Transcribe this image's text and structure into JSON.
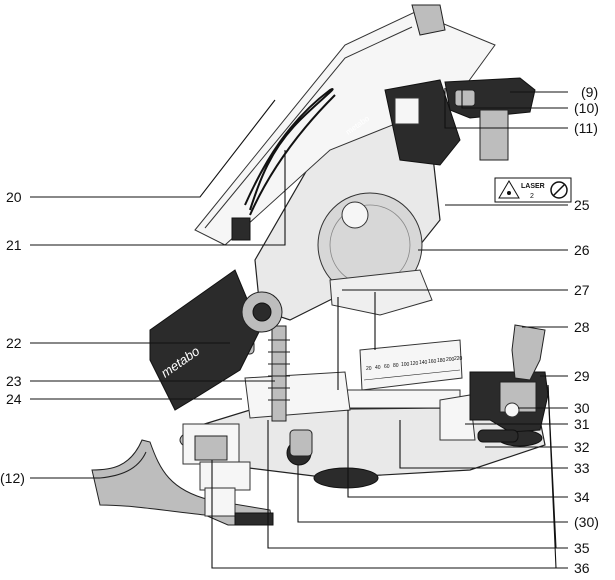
{
  "brand_text": "metabo",
  "laser_sign": {
    "title": "LASER",
    "class": "2"
  },
  "scale_ticks": [
    "20",
    "40",
    "60",
    "80",
    "100",
    "120",
    "140",
    "160",
    "180",
    "200",
    "220"
  ],
  "callouts": [
    {
      "id": "c9",
      "text": "(9)"
    },
    {
      "id": "c10",
      "text": "(10)"
    },
    {
      "id": "c11",
      "text": "(11)"
    },
    {
      "id": "c20",
      "text": "20"
    },
    {
      "id": "c25",
      "text": "25"
    },
    {
      "id": "c21",
      "text": "21"
    },
    {
      "id": "c26",
      "text": "26"
    },
    {
      "id": "c27",
      "text": "27"
    },
    {
      "id": "c28",
      "text": "28"
    },
    {
      "id": "c22",
      "text": "22"
    },
    {
      "id": "c29",
      "text": "29"
    },
    {
      "id": "c23",
      "text": "23"
    },
    {
      "id": "c24",
      "text": "24"
    },
    {
      "id": "c30",
      "text": "30"
    },
    {
      "id": "c31",
      "text": "31"
    },
    {
      "id": "c32",
      "text": "32"
    },
    {
      "id": "c12",
      "text": "(12)"
    },
    {
      "id": "c33",
      "text": "33"
    },
    {
      "id": "c34",
      "text": "34"
    },
    {
      "id": "c30b",
      "text": "(30)"
    },
    {
      "id": "c35",
      "text": "35"
    },
    {
      "id": "c36",
      "text": "36"
    }
  ]
}
